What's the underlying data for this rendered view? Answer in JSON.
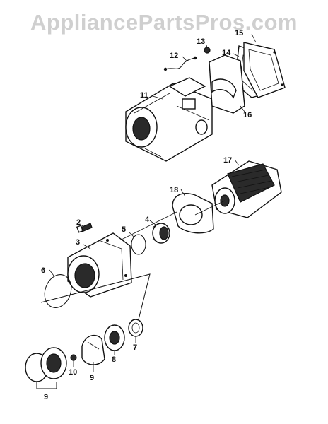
{
  "watermark": "AppliancePartsPros.com",
  "callouts": {
    "c2": "2",
    "c3": "3",
    "c4": "4",
    "c5": "5",
    "c6": "6",
    "c7": "7",
    "c8": "8",
    "c9a": "9",
    "c9b": "9",
    "c10": "10",
    "c11": "11",
    "c12": "12",
    "c13": "13",
    "c14": "14",
    "c15": "15",
    "c16": "16",
    "c17": "17",
    "c18": "18"
  }
}
